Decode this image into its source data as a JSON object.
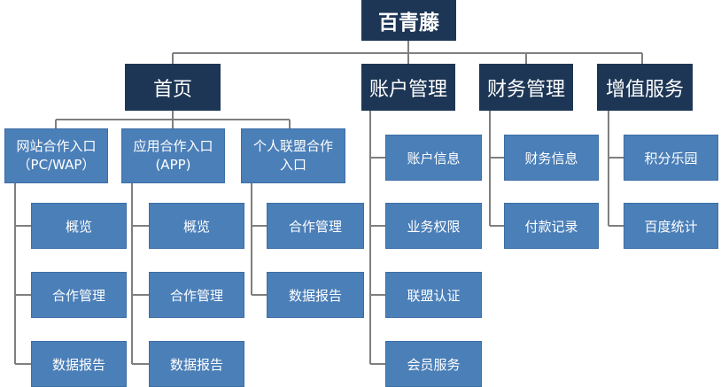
{
  "root": "百青藤",
  "sections": [
    {
      "label": "首页",
      "children": [
        {
          "label": "网站合作入口\n（PC/WAP）",
          "items": [
            "概览",
            "合作管理",
            "数据报告"
          ]
        },
        {
          "label": "应用合作入口\n(APP)",
          "items": [
            "概览",
            "合作管理",
            "数据报告"
          ]
        },
        {
          "label": "个人联盟合作\n入口",
          "items": [
            "合作管理",
            "数据报告"
          ]
        }
      ]
    },
    {
      "label": "账户管理",
      "items": [
        "账户信息",
        "业务权限",
        "联盟认证",
        "会员服务"
      ]
    },
    {
      "label": "财务管理",
      "items": [
        "财务信息",
        "付款记录"
      ]
    },
    {
      "label": "增值服务",
      "items": [
        "积分乐园",
        "百度统计"
      ]
    }
  ],
  "colors": {
    "dark": "#1d3655",
    "light": "#4b7fb8",
    "line": "#7f7f7f"
  }
}
